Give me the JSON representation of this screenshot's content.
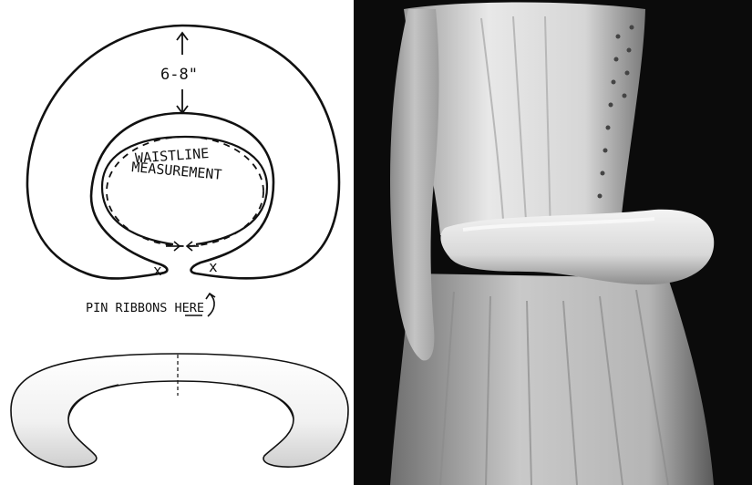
{
  "sketch": {
    "gap_label": "6-8\"",
    "waist_line1": "WAISTLINE",
    "waist_line2": "MEASUREMENT",
    "ribbon_note": "PIN RIBBONS HERE",
    "x_mark": "x"
  },
  "colors": {
    "ink": "#111111",
    "photo_background": "#0b0b0b",
    "pad_fill": "#f2f2f2"
  }
}
